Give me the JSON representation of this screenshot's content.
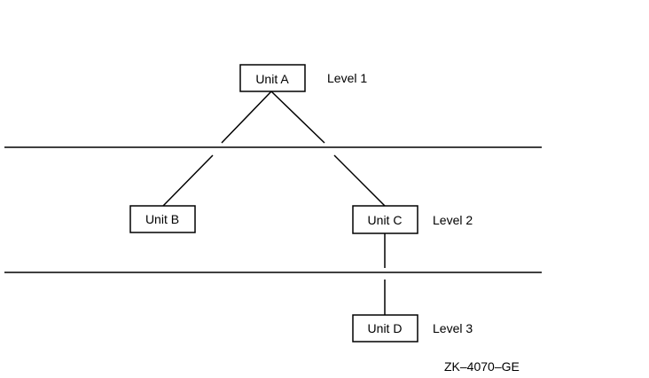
{
  "units": [
    {
      "id": "a",
      "label": "Unit A"
    },
    {
      "id": "b",
      "label": "Unit B"
    },
    {
      "id": "c",
      "label": "Unit C"
    },
    {
      "id": "d",
      "label": "Unit D"
    }
  ],
  "levels": [
    {
      "label": "Level 1"
    },
    {
      "label": "Level 2"
    },
    {
      "label": "Level 3"
    }
  ],
  "figure_id": "ZK–4070–GE"
}
